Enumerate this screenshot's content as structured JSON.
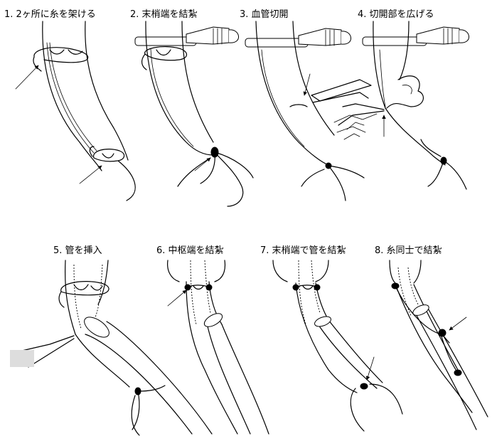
{
  "steps": [
    {
      "label": "1. 2ヶ所に糸を架ける"
    },
    {
      "label": "2. 末梢端を結紮"
    },
    {
      "label": "3. 血管切開"
    },
    {
      "label": "4. 切開部を広げる"
    },
    {
      "label": "5. 管を挿入"
    },
    {
      "label": "6. 中枢端を結紮"
    },
    {
      "label": "7. 末梢端で管を結紮"
    },
    {
      "label": "8. 糸同士で結紮"
    }
  ]
}
